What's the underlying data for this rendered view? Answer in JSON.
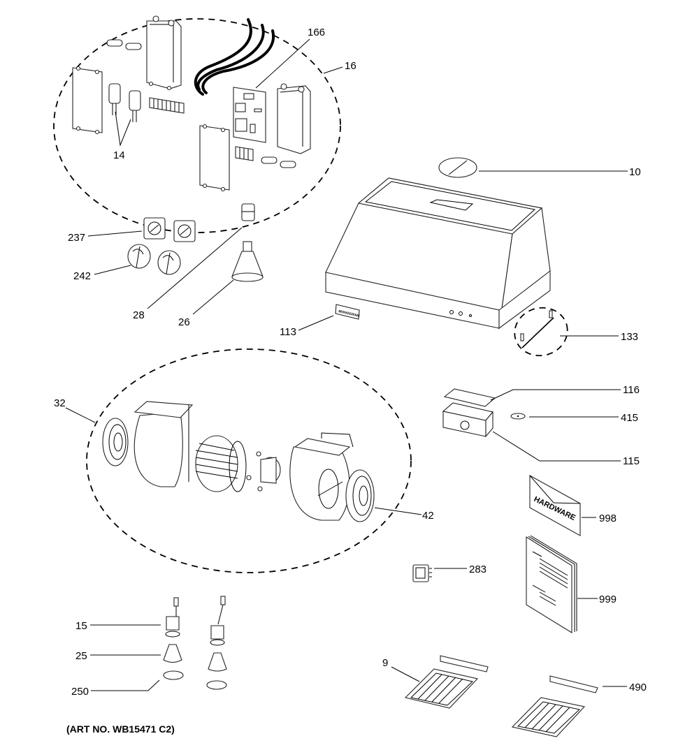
{
  "diagram": {
    "type": "exploded-parts-diagram",
    "subject": "Range hood",
    "art_number": "(ART NO. WB15471 C2)",
    "brand_badge_text": "MONOGRAM",
    "hardware_envelope_text": "HARDWARE",
    "callouts": [
      {
        "id": "c166",
        "label": "166",
        "part": "control board"
      },
      {
        "id": "c16",
        "label": "16",
        "part": "electrical components group"
      },
      {
        "id": "c14",
        "label": "14",
        "part": "capacitors"
      },
      {
        "id": "c10",
        "label": "10",
        "part": "damper"
      },
      {
        "id": "c237",
        "label": "237",
        "part": "switches"
      },
      {
        "id": "c242",
        "label": "242",
        "part": "knobs"
      },
      {
        "id": "c28",
        "label": "28",
        "part": "lamp socket"
      },
      {
        "id": "c26",
        "label": "26",
        "part": "lamp bulb"
      },
      {
        "id": "c113",
        "label": "113",
        "part": "nameplate"
      },
      {
        "id": "c133",
        "label": "133",
        "part": "rod / bracket group"
      },
      {
        "id": "c116",
        "label": "116",
        "part": "junction box cover"
      },
      {
        "id": "c415",
        "label": "415",
        "part": "grommet"
      },
      {
        "id": "c115",
        "label": "115",
        "part": "junction box"
      },
      {
        "id": "c32",
        "label": "32",
        "part": "blower assembly"
      },
      {
        "id": "c42",
        "label": "42",
        "part": "blower grille"
      },
      {
        "id": "c998",
        "label": "998",
        "part": "hardware kit"
      },
      {
        "id": "c283",
        "label": "283",
        "part": "rocker switch"
      },
      {
        "id": "c999",
        "label": "999",
        "part": "manual"
      },
      {
        "id": "c15",
        "label": "15",
        "part": "light socket"
      },
      {
        "id": "c25",
        "label": "25",
        "part": "halogen bulb"
      },
      {
        "id": "c250",
        "label": "250",
        "part": "retaining ring"
      },
      {
        "id": "c9",
        "label": "9",
        "part": "grease filter"
      },
      {
        "id": "c490",
        "label": "490",
        "part": "filter rail"
      }
    ]
  }
}
